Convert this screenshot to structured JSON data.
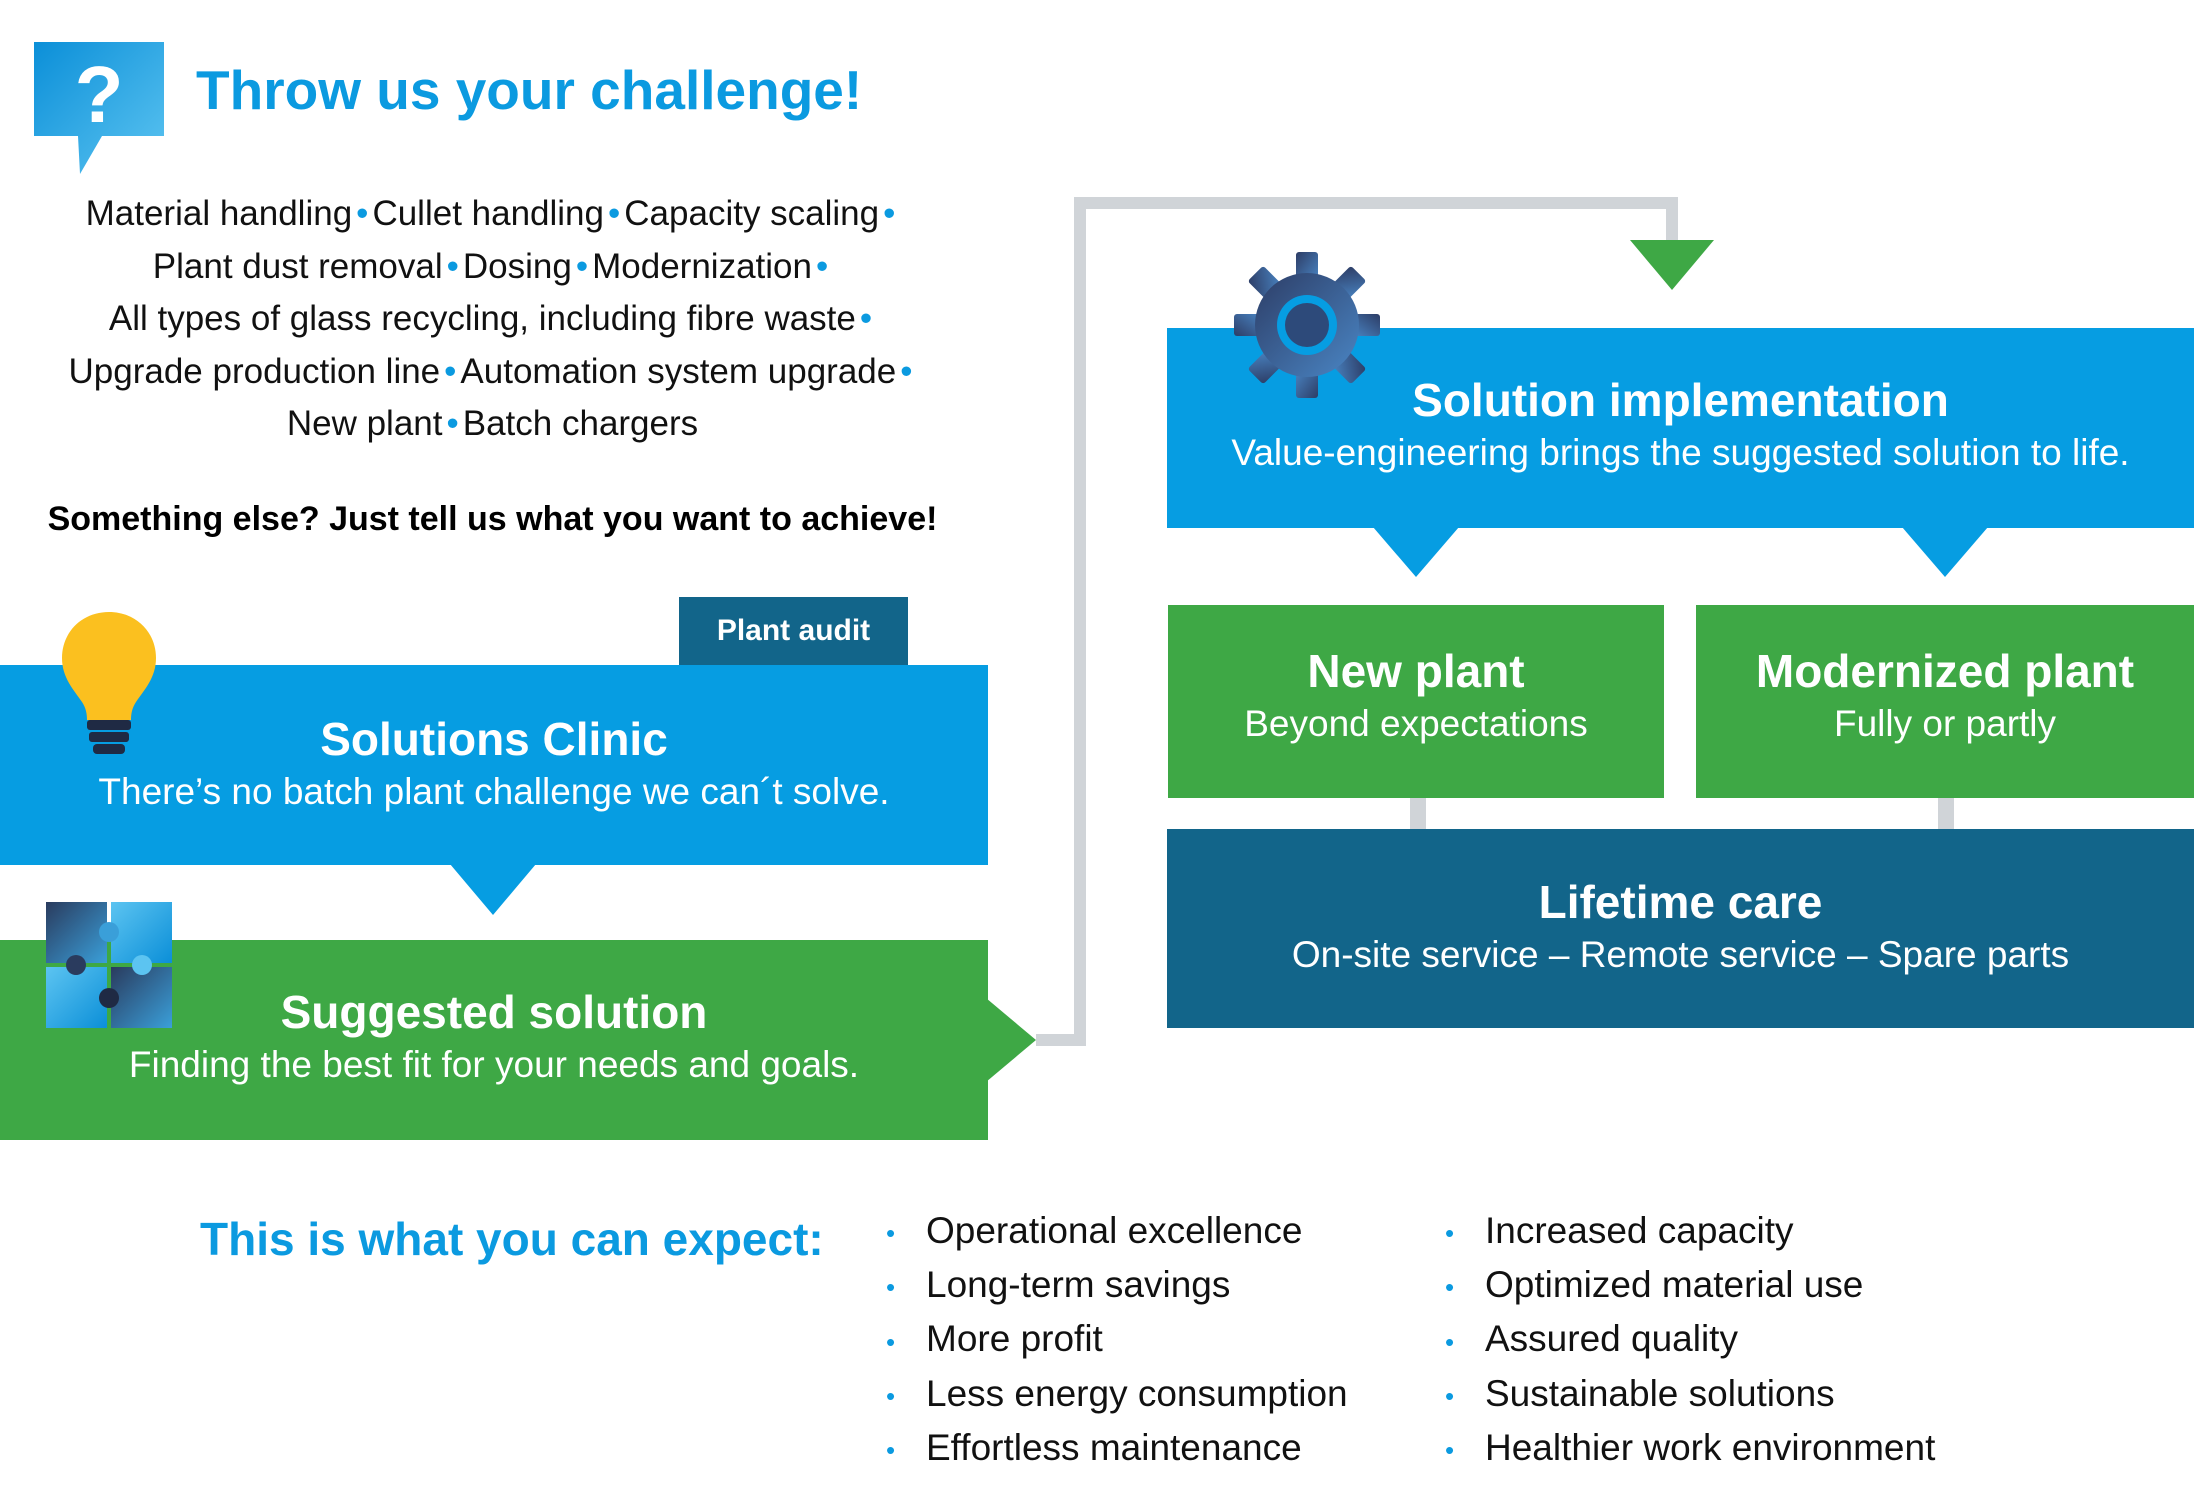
{
  "header": {
    "title": "Throw us your challenge!"
  },
  "challenges": {
    "lines": [
      [
        "Material handling",
        "Cullet handling",
        "Capacity scaling"
      ],
      [
        "Plant dust removal",
        "Dosing",
        "Modernization"
      ],
      [
        "All types of glass recycling, including fibre waste"
      ],
      [
        "Upgrade production line",
        "Automation system upgrade"
      ],
      [
        "New plant",
        "Batch chargers"
      ]
    ],
    "trailing_dot_lines": [
      0,
      1,
      2,
      3
    ],
    "separator": "•",
    "tell_us": "Something else? Just tell us what you want to achieve!"
  },
  "tag": {
    "label": "Plant audit"
  },
  "clinic": {
    "title": "Solutions Clinic",
    "subtitle": "There’s no batch plant challenge we can´t solve."
  },
  "suggested": {
    "title": "Suggested solution",
    "subtitle": "Finding the best fit for your needs and goals."
  },
  "implementation": {
    "title": "Solution implementation",
    "subtitle": "Value-engineering brings the suggested solution to life."
  },
  "new_plant": {
    "title": "New plant",
    "subtitle": "Beyond expectations"
  },
  "modernized_plant": {
    "title": "Modernized plant",
    "subtitle": "Fully or partly"
  },
  "lifetime": {
    "title": "Lifetime care",
    "subtitle": "On-site service – Remote service – Spare parts"
  },
  "expect": {
    "title": "This is what you can expect:",
    "bullet": "•",
    "left": [
      "Operational excellence",
      "Long-term savings",
      "More profit",
      "Less energy consumption",
      "Effortless maintenance"
    ],
    "right": [
      "Increased capacity",
      "Optimized material use",
      "Assured quality",
      "Sustainable solutions",
      "Healthier work environment"
    ]
  },
  "colors": {
    "blue": "#069de2",
    "green": "#3ea845",
    "dark_teal": "#12658a",
    "connector_gray": "#d0d4d8",
    "title_blue": "#0b9ae0"
  },
  "icons": {
    "header": "question-bubble-icon",
    "clinic": "lightbulb-icon",
    "suggested": "puzzle-icon",
    "implementation": "gear-icon"
  }
}
